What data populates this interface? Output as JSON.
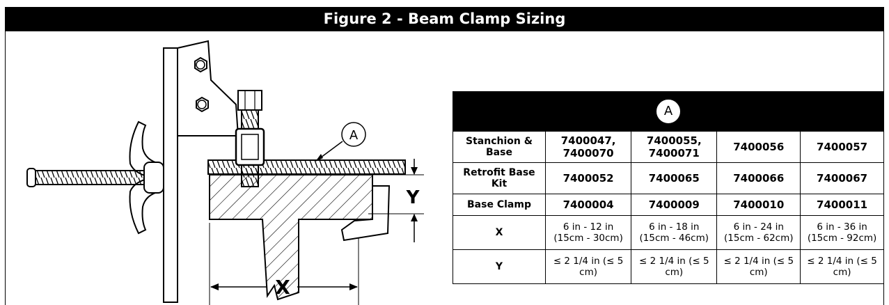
{
  "figure_title": "Figure 2 - Beam Clamp Sizing",
  "drawing": {
    "callout": "A",
    "dim_x": "X",
    "dim_y": "Y"
  },
  "table": {
    "header_callout": "A",
    "rows": [
      {
        "label": "Stanchion & Base",
        "cells": [
          "7400047, 7400070",
          "7400055, 7400071",
          "7400056",
          "7400057"
        ]
      },
      {
        "label": "Retrofit Base Kit",
        "cells": [
          "7400052",
          "7400065",
          "7400066",
          "7400067"
        ]
      },
      {
        "label": "Base Clamp",
        "cells": [
          "7400004",
          "7400009",
          "7400010",
          "7400011"
        ]
      },
      {
        "label": "X",
        "cells": [
          "6 in - 12 in (15cm - 30cm)",
          "6 in - 18 in (15cm - 46cm)",
          "6 in - 24 in (15cm - 62cm)",
          "6 in - 36 in (15cm - 92cm)"
        ]
      },
      {
        "label": "Y",
        "cells": [
          "≤ 2 1/4 in (≤ 5 cm)",
          "≤ 2 1/4 in (≤ 5 cm)",
          "≤ 2 1/4 in (≤ 5 cm)",
          "≤ 2 1/4 in (≤ 5 cm)"
        ]
      }
    ]
  }
}
